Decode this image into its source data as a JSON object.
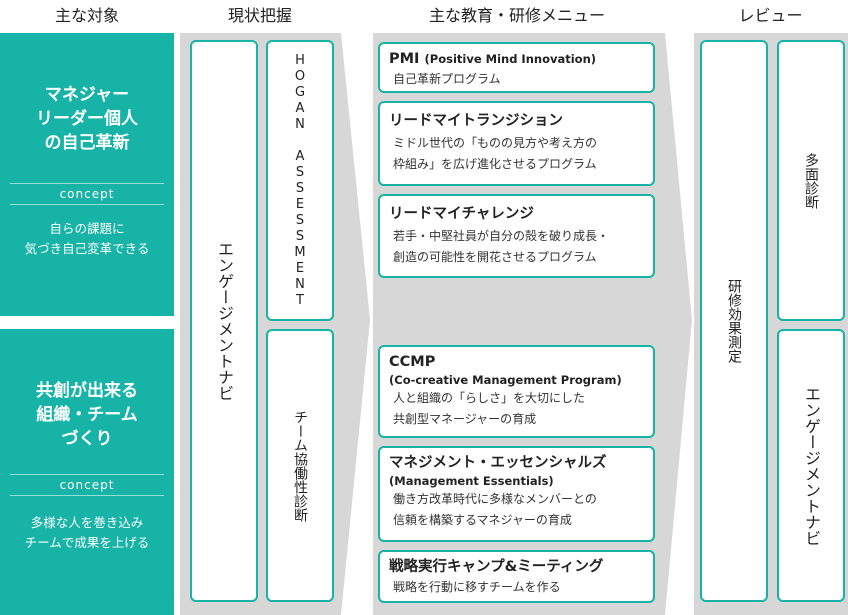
{
  "headers": {
    "targets": "主な対象",
    "assessment": "現状把握",
    "programs": "主な教育・研修メニュー",
    "review": "レビュー"
  },
  "targets": [
    {
      "title_lines": [
        "マネジャー",
        "リーダー個人",
        "の自己革新"
      ],
      "concept": "concept",
      "desc_lines": [
        "自らの課題に",
        "気づき自己変革できる"
      ]
    },
    {
      "title_lines": [
        "共創が出来る",
        "組織・チーム",
        "づくり"
      ],
      "concept": "concept",
      "desc_lines": [
        "多様な人を巻き込み",
        "チームで成果を上げる"
      ]
    }
  ],
  "assessment": {
    "engage_navi": "エンゲージメントナビ",
    "hogan": "HOGAN ASSESSMENT",
    "team_diag": "チーム協働性診断"
  },
  "programs": [
    {
      "title": "PMI",
      "title_sub": "(Positive Mind Innovation)",
      "desc_lines": [
        "自己革新プログラム"
      ]
    },
    {
      "title": "リードマイトランジション",
      "desc_lines": [
        "ミドル世代の「ものの見方や考え方の",
        "枠組み」を広げ進化させるプログラム"
      ]
    },
    {
      "title": "リードマイチャレンジ",
      "desc_lines": [
        "若手・中堅社員が自分の殻を破り成長・",
        "創造の可能性を開花させるプログラム"
      ]
    },
    {
      "title": "CCMP",
      "english": "(Co-creative Management Program)",
      "desc_lines": [
        "人と組織の「らしさ」を大切にした",
        "共創型マネージャーの育成"
      ]
    },
    {
      "title": "マネジメント・エッセンシャルズ",
      "english": "(Management Essentials)",
      "desc_lines": [
        "働き方改革時代に多様なメンバーとの",
        "信頼を構築するマネジャーの育成"
      ]
    },
    {
      "title": "戦略実行キャンプ&ミーティング",
      "desc_lines": [
        "戦略を行動に移すチームを作る"
      ]
    }
  ],
  "review": {
    "effect": "研修効果測定",
    "multi": "多面診断",
    "engage_navi": "エンゲージメントナビ"
  },
  "colors": {
    "accent": "#16b3a6",
    "panel": "#d7d7d7"
  }
}
